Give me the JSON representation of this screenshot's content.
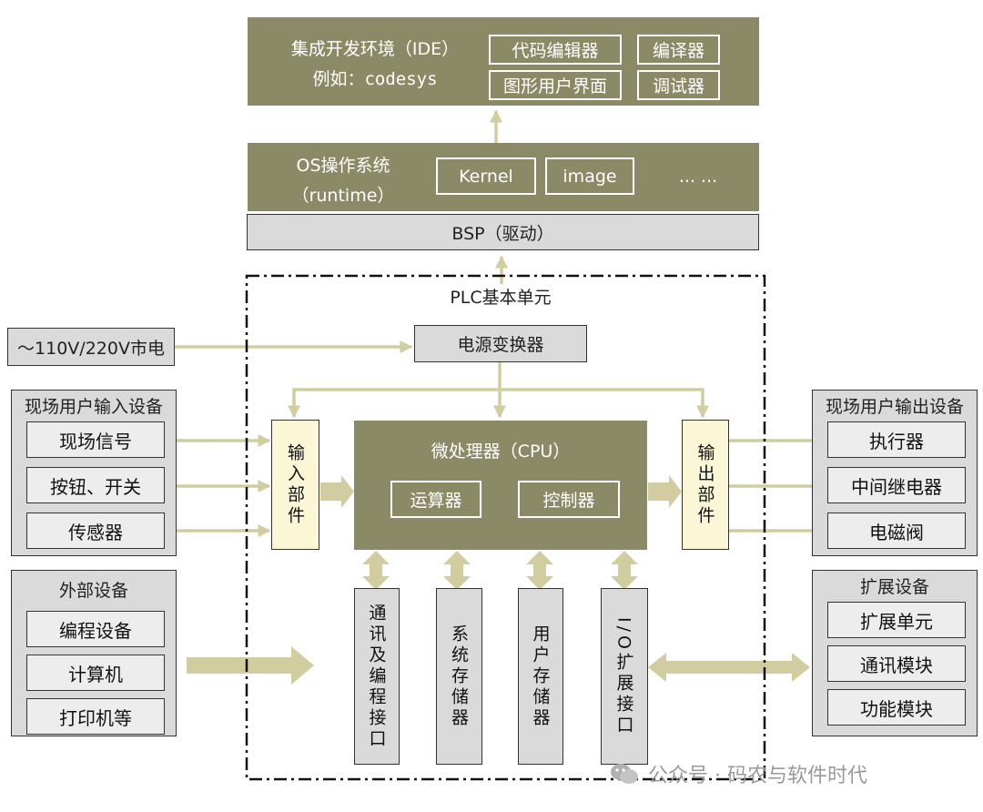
{
  "ide": {
    "title": "集成开发环境（IDE）",
    "subtitle": "例如：codesys",
    "items": [
      "代码编辑器",
      "编译器",
      "图形用户界面",
      "调试器"
    ]
  },
  "os": {
    "title": "OS操作系统",
    "subtitle": "（runtime）",
    "items": [
      "Kernel",
      "image",
      "... ..."
    ]
  },
  "bsp": {
    "label": "BSP（驱动）"
  },
  "plc": {
    "label": "PLC基本单元"
  },
  "mains": {
    "label": "～110V/220V市电"
  },
  "power": {
    "label": "电源变换器"
  },
  "input_devices": {
    "title": "现场用户输入设备",
    "items": [
      "现场信号",
      "按钮、开关",
      "传感器"
    ]
  },
  "external": {
    "title": "外部设备",
    "items": [
      "编程设备",
      "计算机",
      "打印机等"
    ]
  },
  "input_unit": {
    "label": "输入部件"
  },
  "output_unit": {
    "label": "输出部件"
  },
  "cpu": {
    "title": "微处理器（CPU）",
    "items": [
      "运算器",
      "控制器"
    ]
  },
  "output_devices": {
    "title": "现场用户输出设备",
    "items": [
      "执行器",
      "中间继电器",
      "电磁阀"
    ]
  },
  "expansion": {
    "title": "扩展设备",
    "items": [
      "扩展单元",
      "通讯模块",
      "功能模块"
    ]
  },
  "bottom_units": [
    "通讯及编程接口",
    "系统存储器",
    "用户存储器",
    "I/O扩展接口"
  ],
  "watermark": {
    "text": "公众号 · 码农与软件时代"
  },
  "colors": {
    "olive": "#8b8a66",
    "arrow": "#d2cda0",
    "cream": "#fbf6d6",
    "grey": "#dadada"
  }
}
